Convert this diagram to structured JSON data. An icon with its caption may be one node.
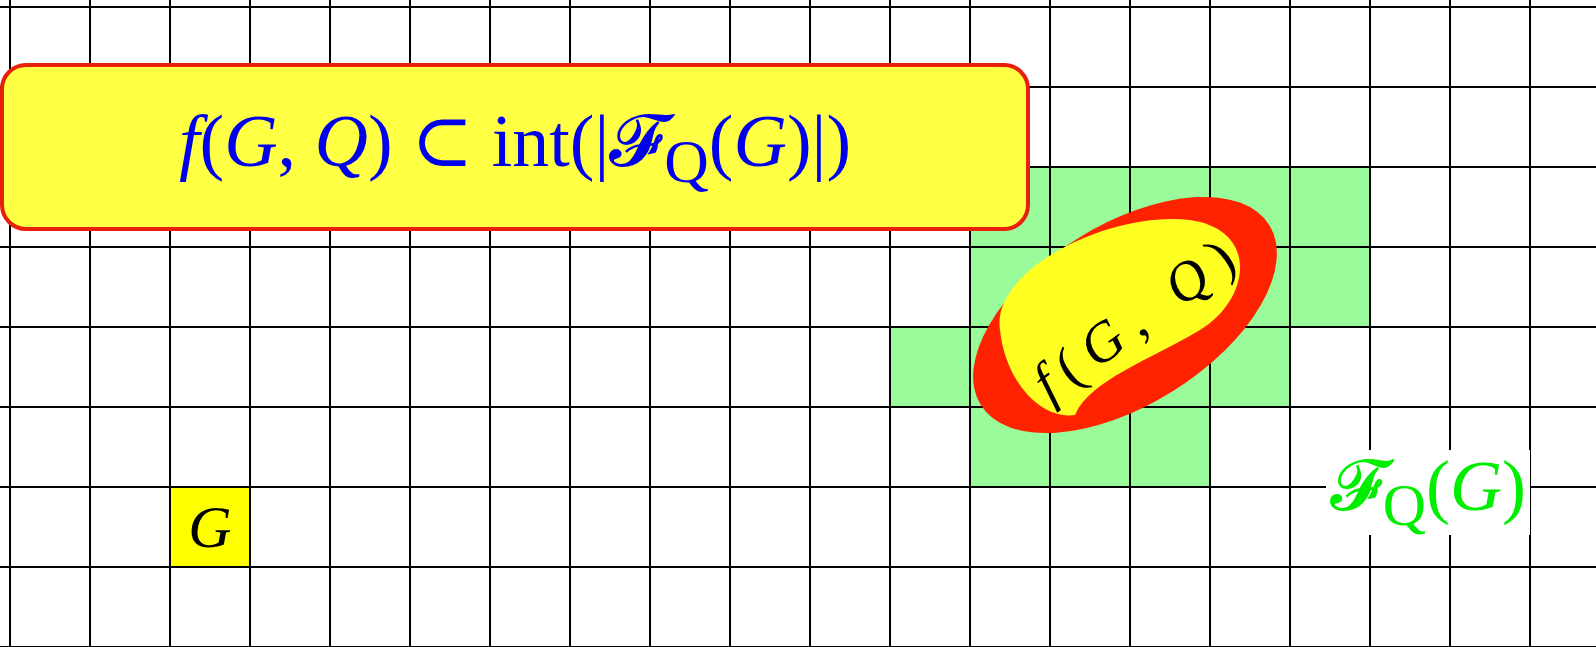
{
  "diagram": {
    "nodes": [
      {
        "text": [
          "*f*(*G*, *Q*) ⊂ int(|𝓕$_{Q}$(*G*)|)"
        ]
      },
      {
        "text": [
          "𝓕$_{Q}$(*G*)"
        ]
      },
      {
        "text": [
          "*f*(*G*, *Q*)"
        ],
        "in": 1
      },
      {
        "text": [
          "*G*"
        ]
      }
    ]
  }
}
